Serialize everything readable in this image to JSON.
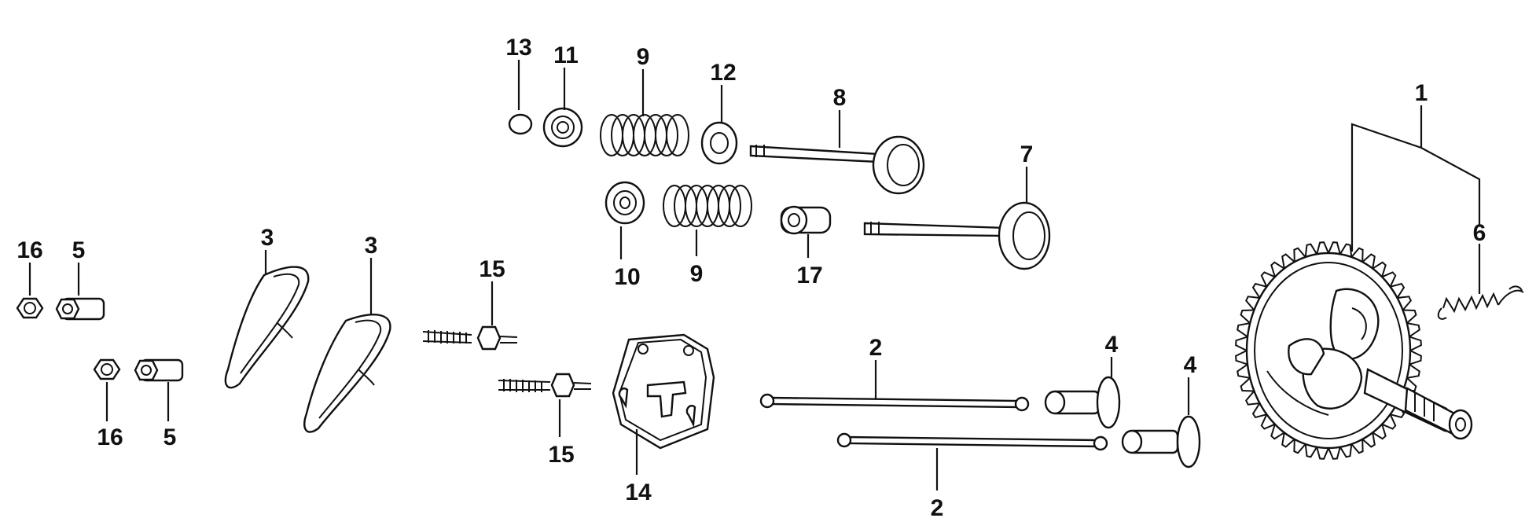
{
  "diagram": {
    "labels": {
      "l1": "1",
      "l2a": "2",
      "l2b": "2",
      "l3a": "3",
      "l3b": "3",
      "l4a": "4",
      "l4b": "4",
      "l5a": "5",
      "l5b": "5",
      "l6": "6",
      "l7": "7",
      "l8": "8",
      "l9a": "9",
      "l9b": "9",
      "l10": "10",
      "l11": "11",
      "l12": "12",
      "l13": "13",
      "l14": "14",
      "l15a": "15",
      "l15b": "15",
      "l16a": "16",
      "l16b": "16",
      "l17": "17"
    },
    "colors": {
      "ink": "#111111",
      "paper": "#ffffff"
    }
  }
}
